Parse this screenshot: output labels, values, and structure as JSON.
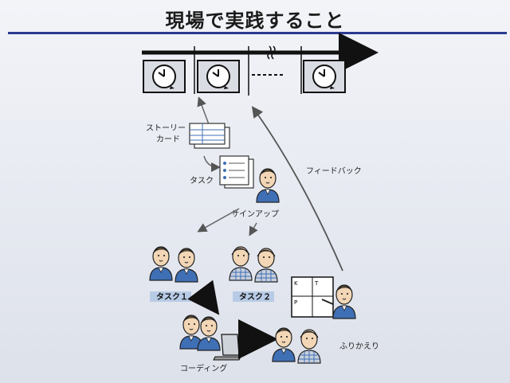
{
  "title": "現場で実践すること",
  "labels": {
    "story_card": [
      "ストーリー",
      "カード"
    ],
    "task": "タスク",
    "signup": "サインアップ",
    "feedback": "フィードバック",
    "task1": "タスク１",
    "task2": "タスク２",
    "coding": "コーディング",
    "retrospective": "ふりかえり"
  },
  "icons": {
    "clock": "clock-icon",
    "story_card": "story-card-icon",
    "task_list": "task-list-icon",
    "person": "person-icon",
    "laptop": "laptop-icon",
    "board": "kanban-board-icon"
  },
  "colors": {
    "background": "#e8ebf2",
    "title_rule": "#2a3b8f",
    "label_bar": "#b8cbe6",
    "line": "#444444",
    "shirt_blue": "#3f6fb5"
  }
}
